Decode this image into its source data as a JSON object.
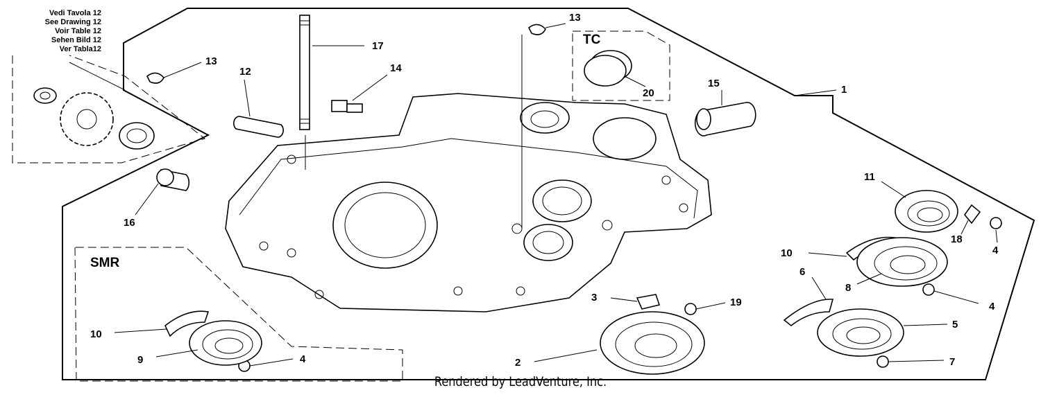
{
  "ref_note": {
    "lines": [
      "Vedi Tavola 12",
      "See Drawing 12",
      "Voir Table 12",
      "Sehen Bild 12",
      "Ver Tabla12"
    ]
  },
  "groups": {
    "tc": "TC",
    "smr": "SMR"
  },
  "callouts": {
    "c1": "1",
    "c2": "2",
    "c3": "3",
    "c4a": "4",
    "c4b": "4",
    "c4c": "4",
    "c5": "5",
    "c6": "6",
    "c7": "7",
    "c8": "8",
    "c9": "9",
    "c10a": "10",
    "c10b": "10",
    "c11": "11",
    "c12": "12",
    "c13a": "13",
    "c13b": "13",
    "c14": "14",
    "c15": "15",
    "c16": "16",
    "c17": "17",
    "c18": "18",
    "c19": "19",
    "c20": "20"
  },
  "footer": "Rendered by LeadVenture, Inc."
}
